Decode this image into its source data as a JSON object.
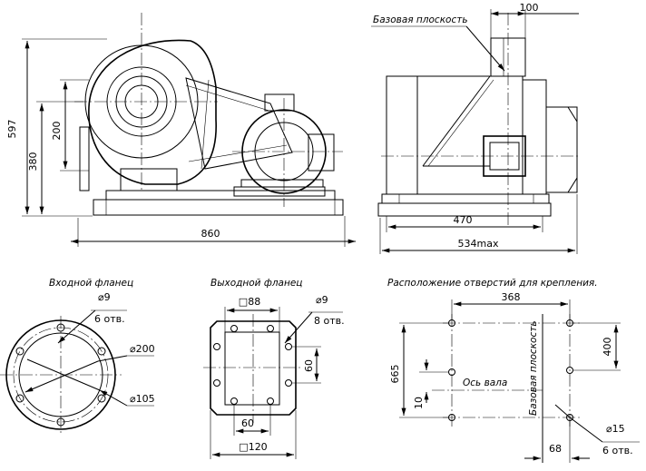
{
  "labels": {
    "base_plane_top": "Базовая плоскость",
    "base_plane_side": "Базовая плоскость",
    "inlet_flange": "Входной фланец",
    "outlet_flange": "Выходной фланец",
    "mounting_holes": "Расположение отверстий для крепления.",
    "shaft_axis": "Ось вала"
  },
  "dimensions": {
    "front_height_total": "597",
    "front_height_axis": "380",
    "front_outlet_height": "200",
    "front_length": "860",
    "side_top_width": "100",
    "side_base_width": "470",
    "side_max_width": "534max",
    "inlet_hole_dia": "⌀9",
    "inlet_hole_count": "6 отв.",
    "inlet_bolt_circle": "⌀200",
    "inlet_bore": "⌀105",
    "outlet_inner": "□88",
    "outlet_hole_dia": "⌀9",
    "outlet_hole_count": "8 отв.",
    "outlet_pitch_v": "60",
    "outlet_pitch_h": "60",
    "outlet_outer": "□120",
    "holes_x_span": "368",
    "holes_y_span": "665",
    "holes_y_pair": "400",
    "holes_axis_offset": "10",
    "holes_side_offset": "68",
    "holes_dia": "⌀15",
    "holes_count": "6 отв."
  }
}
